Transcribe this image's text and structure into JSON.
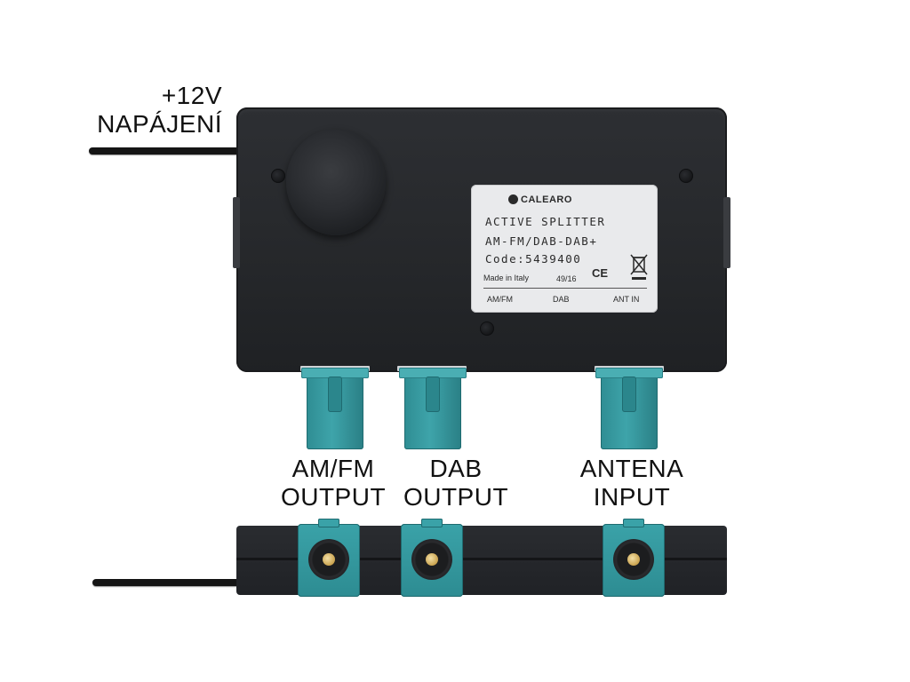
{
  "callouts": {
    "power_line1": "+12V",
    "power_line2": "NAPÁJENÍ",
    "amfm_line1": "AM/FM",
    "amfm_line2": "OUTPUT",
    "dab_line1": "DAB",
    "dab_line2": "OUTPUT",
    "antenna_line1": "ANTENA",
    "antenna_line2": "INPUT"
  },
  "sticker": {
    "brand": "CALEARO",
    "line1": "ACTIVE SPLITTER",
    "line2": "AM-FM/DAB-DAB+",
    "line3": "Code:5439400",
    "made_in": "Made in Italy",
    "date_code": "49/16",
    "ce_mark": "CE",
    "port_amfm": "AM/FM",
    "port_dab": "DAB",
    "port_ant": "ANT IN"
  },
  "colors": {
    "housing": "#26282b",
    "connector": "#3ea4aa",
    "label": "#e9eaec"
  }
}
